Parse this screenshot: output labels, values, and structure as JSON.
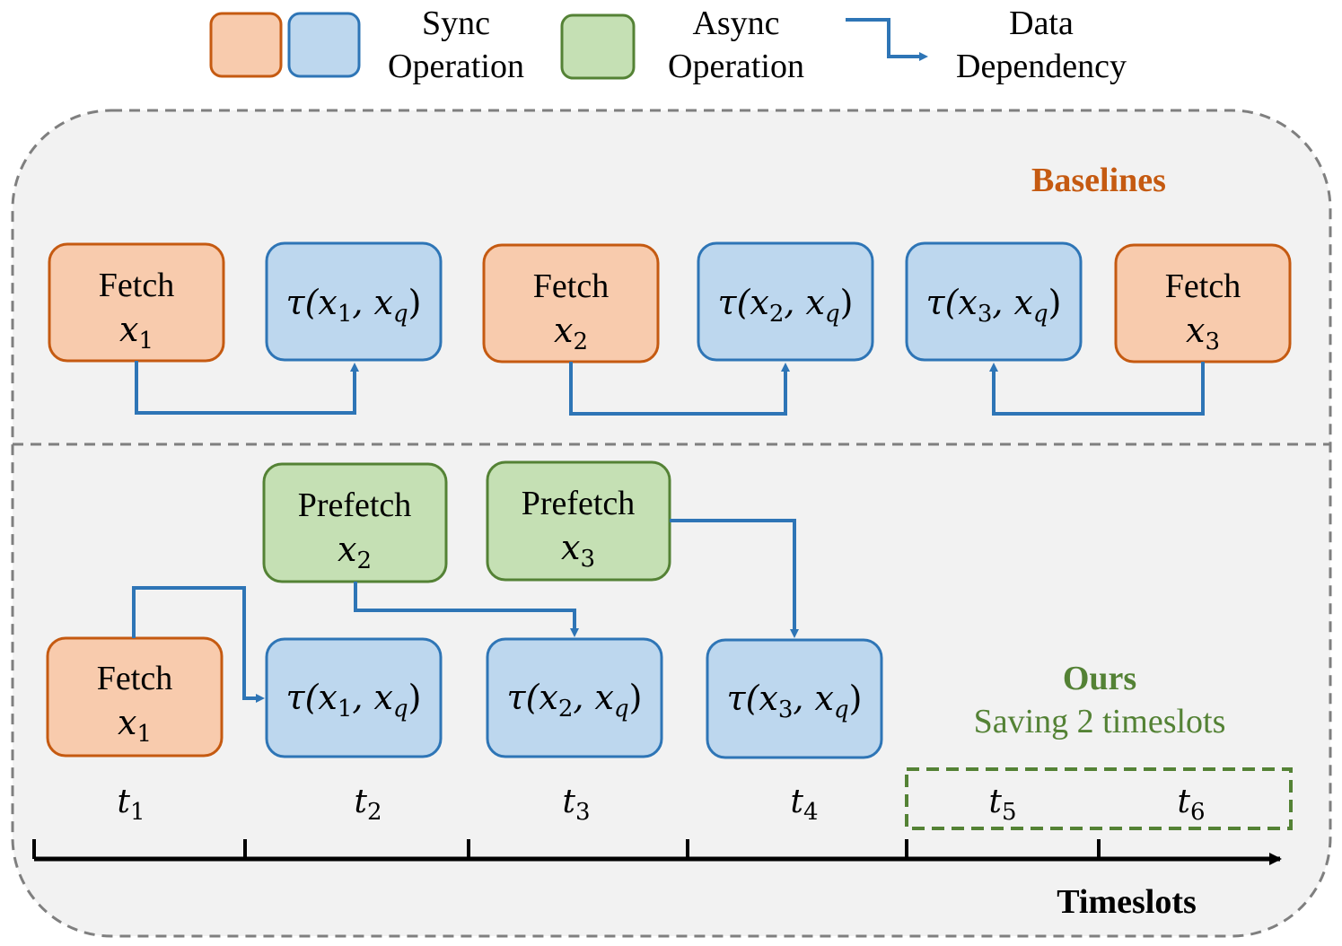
{
  "colors": {
    "orange_fill": "#f8cbad",
    "orange_stroke": "#c55a11",
    "blue_fill": "#bdd7ee",
    "blue_stroke": "#2e75b6",
    "green_fill": "#c5e0b4",
    "green_stroke": "#548235",
    "arrow": "#2e75b6",
    "panel_bg": "#f2f2f2",
    "panel_border": "#7f7f7f",
    "baselines_label": "#c55a11",
    "ours_label": "#548235"
  },
  "legend": {
    "sync_line1": "Sync",
    "sync_line2": "Operation",
    "async_line1": "Async",
    "async_line2": "Operation",
    "dep_line1": "Data",
    "dep_line2": "Dependency"
  },
  "baselines": {
    "label": "Baselines",
    "fetch1_line1": "Fetch",
    "fetch1_var": "x",
    "fetch1_sub": "1",
    "tau1_prefix": "τ(x",
    "tau1_sub": "1",
    "tau1_suffix": ", x",
    "tau1_q": "q",
    "tau1_close": ")",
    "fetch2_line1": "Fetch",
    "fetch2_var": "x",
    "fetch2_sub": "2",
    "tau2_prefix": "τ(x",
    "tau2_sub": "2",
    "tau2_suffix": ", x",
    "tau2_q": "q",
    "tau2_close": ")",
    "tau3_prefix": "τ(x",
    "tau3_sub": "3",
    "tau3_suffix": ", x",
    "tau3_q": "q",
    "tau3_close": ")",
    "fetch3_line1": "Fetch",
    "fetch3_var": "x",
    "fetch3_sub": "3"
  },
  "ours": {
    "label": "Ours",
    "saving": "Saving 2 timeslots",
    "prefetch2_line1": "Prefetch",
    "prefetch2_var": "x",
    "prefetch2_sub": "2",
    "prefetch3_line1": "Prefetch",
    "prefetch3_var": "x",
    "prefetch3_sub": "3",
    "fetch1_line1": "Fetch",
    "fetch1_var": "x",
    "fetch1_sub": "1",
    "tau1_prefix": "τ(x",
    "tau1_sub": "1",
    "tau1_suffix": ", x",
    "tau1_q": "q",
    "tau1_close": ")",
    "tau2_prefix": "τ(x",
    "tau2_sub": "2",
    "tau2_suffix": ", x",
    "tau2_q": "q",
    "tau2_close": ")",
    "tau3_prefix": "τ(x",
    "tau3_sub": "3",
    "tau3_suffix": ", x",
    "tau3_q": "q",
    "tau3_close": ")"
  },
  "timeline": {
    "axis_label": "Timeslots",
    "slots": [
      {
        "var": "t",
        "sub": "1"
      },
      {
        "var": "t",
        "sub": "2"
      },
      {
        "var": "t",
        "sub": "3"
      },
      {
        "var": "t",
        "sub": "4"
      },
      {
        "var": "t",
        "sub": "5"
      },
      {
        "var": "t",
        "sub": "6"
      }
    ]
  }
}
